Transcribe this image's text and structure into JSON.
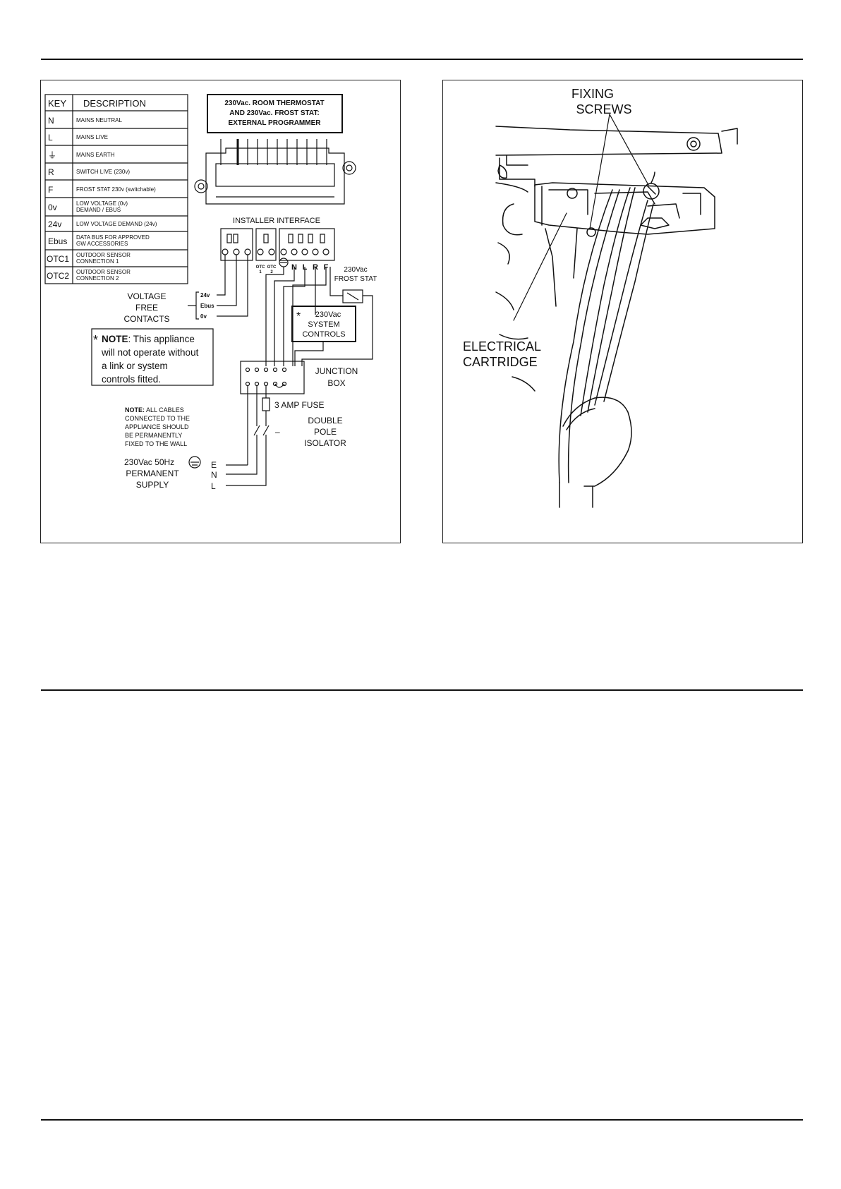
{
  "wiring": {
    "key_table": {
      "header_key": "KEY",
      "header_desc": "DESCRIPTION",
      "rows": [
        {
          "key": "N",
          "desc": "MAINS NEUTRAL"
        },
        {
          "key": "L",
          "desc": "MAINS LIVE"
        },
        {
          "key": "⏚",
          "desc": "MAINS EARTH"
        },
        {
          "key": "R",
          "desc": "SWITCH LIVE (230v)"
        },
        {
          "key": "F",
          "desc": "FROST STAT 230v (switchable)"
        },
        {
          "key": "0v",
          "desc": "LOW VOLTAGE (0v)",
          "desc2": "DEMAND / EBUS"
        },
        {
          "key": "24v",
          "desc": "LOW VOLTAGE DEMAND (24v)"
        },
        {
          "key": "Ebus",
          "desc": "DATA BUS FOR APPROVED",
          "desc2": "GW ACCESSORIES"
        },
        {
          "key": "OTC1",
          "desc": "OUTDOOR SENSOR",
          "desc2": "CONNECTION 1"
        },
        {
          "key": "OTC2",
          "desc": "OUTDOOR SENSOR",
          "desc2": "CONNECTION 2"
        }
      ]
    },
    "thermostat_box": [
      "230Vac. ROOM THERMOSTAT",
      "AND 230Vac. FROST STAT:",
      "EXTERNAL PROGRAMMER"
    ],
    "installer_interface": "INSTALLER INTERFACE",
    "terminal_labels": {
      "otc1_top": "OTC",
      "otc1_bot": "1",
      "otc2_top": "OTC",
      "otc2_bot": "2",
      "N": "N",
      "L": "L",
      "R": "R",
      "F": "F"
    },
    "voltage_free": {
      "line1": "VOLTAGE",
      "line2": "FREE",
      "line3": "CONTACTS",
      "v24": "24v",
      "ebus": "Ebus",
      "v0": "0v"
    },
    "frost_stat": {
      "line1": "230Vac",
      "line2": "FROST STAT"
    },
    "system_controls": {
      "star": "*",
      "line1": "230Vac",
      "line2": "SYSTEM",
      "line3": "CONTROLS"
    },
    "note_box": {
      "star": "*",
      "bold": "NOTE",
      "line1": ": This appliance",
      "line2": "will not operate without",
      "line3": "a link or system",
      "line4": "controls fitted."
    },
    "junction_box": {
      "line1": "JUNCTION",
      "line2": "BOX"
    },
    "fuse": "3 AMP FUSE",
    "isolator": {
      "dash": "–",
      "line1": "DOUBLE",
      "line2": "POLE",
      "line3": "ISOLATOR"
    },
    "cables_note": {
      "bold": "NOTE:",
      "line1": " ALL CABLES",
      "line2": "CONNECTED TO THE",
      "line3": "APPLIANCE SHOULD",
      "line4": "BE PERMANENTLY",
      "line5": "FIXED TO THE WALL"
    },
    "supply": {
      "line1": "230Vac 50Hz",
      "line2": "PERMANENT",
      "line3": "SUPPLY",
      "E": "E",
      "N": "N",
      "L": "L"
    }
  },
  "photo": {
    "fixing_screws": [
      "FIXING",
      "SCREWS"
    ],
    "electrical_cartridge": [
      "ELECTRICAL",
      "CARTRIDGE"
    ]
  }
}
